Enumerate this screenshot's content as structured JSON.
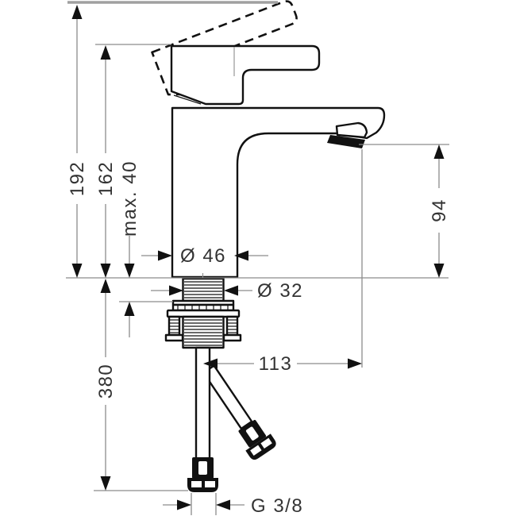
{
  "drawing": {
    "type": "technical-dimension-drawing",
    "subject": "single-hole basin mixer tap, side elevation with supply hoses",
    "colors": {
      "dimension_gray": "#8c8c8c",
      "ink": "#111111",
      "text": "#333333",
      "background": "#ffffff"
    },
    "dims": {
      "total_height": "192",
      "body_height": "162",
      "max_counter_thickness": "max. 40",
      "hose_length": "380",
      "base_diameter": "Ø 46",
      "shaft_diameter": "Ø 32",
      "spout_reach": "113",
      "spout_height": "94",
      "thread_size": "G 3/8"
    }
  }
}
